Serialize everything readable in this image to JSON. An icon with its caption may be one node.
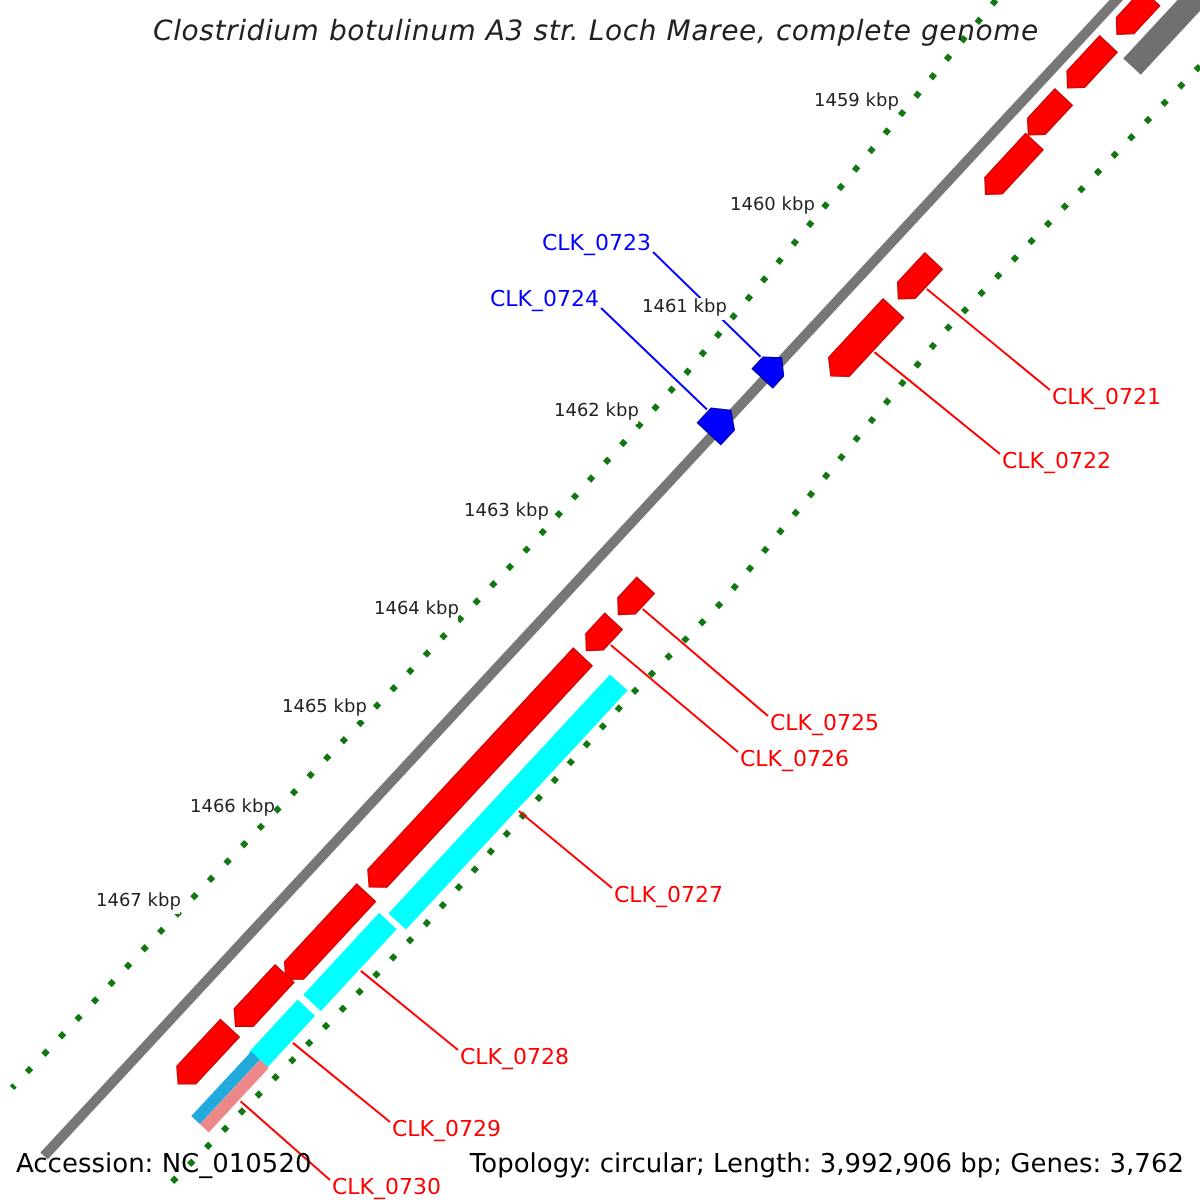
{
  "diagram": {
    "title": "Clostridium botulinum A3 str. Loch Maree, complete genome",
    "nodes": [
      {
        "text": [
          "CLK_0723"
        ]
      },
      {
        "text": [
          "CLK_0724"
        ]
      },
      {
        "text": [
          "CLK_0721"
        ]
      },
      {
        "text": [
          "CLK_0722"
        ]
      },
      {
        "text": [
          "CLK_0725"
        ]
      },
      {
        "text": [
          "CLK_0726"
        ]
      },
      {
        "text": [
          "CLK_0727"
        ]
      },
      {
        "text": [
          "CLK_0728"
        ]
      },
      {
        "text": [
          "CLK_0729"
        ]
      },
      {
        "text": [
          "CLK_0730"
        ]
      },
      {
        "text": [],
        "shape": "bar"
      },
      {
        "text": [],
        "shape": "bar"
      },
      {
        "text": [],
        "shape": "bar"
      },
      {
        "text": [],
        "shape": "bar"
      },
      {
        "text": [],
        "shape": "bar"
      },
      {
        "text": [],
        "shape": "bar"
      },
      {
        "text": [],
        "shape": "bar"
      },
      {
        "text": [],
        "shape": "bar"
      },
      {
        "text": [],
        "shape": "bar"
      },
      {
        "text": [],
        "shape": "bar"
      },
      {
        "text": [],
        "shape": "bar"
      },
      {
        "text": [],
        "shape": "bar"
      },
      {
        "text": [],
        "shape": "bar"
      },
      {
        "text": [],
        "shape": "bar"
      },
      {
        "text": [],
        "shape": "bar"
      },
      {
        "text": [],
        "shape": "bar"
      },
      {
        "text": [],
        "shape": "bar"
      },
      {
        "text": [],
        "shape": "bar"
      },
      {
        "text": [],
        "shape": "bar"
      }
    ],
    "edges": [
      {
        "from": 0,
        "to": 17,
        "arrow": "none",
        "color": "#0000ff"
      },
      {
        "from": 1,
        "to": 18,
        "arrow": "none",
        "color": "#0000ff"
      },
      {
        "from": 2,
        "to": 15,
        "arrow": "none"
      },
      {
        "from": 3,
        "to": 16,
        "arrow": "none"
      },
      {
        "from": 4,
        "to": 19,
        "arrow": "none"
      },
      {
        "from": 5,
        "to": 20,
        "arrow": "none"
      },
      {
        "from": 6,
        "to": 22,
        "arrow": "none"
      },
      {
        "from": 7,
        "to": 24,
        "arrow": "none"
      },
      {
        "from": 8,
        "to": 26,
        "arrow": "none"
      },
      {
        "from": 9,
        "to": 28,
        "arrow": "none"
      }
    ],
    "labels": [
      "1459 kbp",
      "1460 kbp",
      "1461 kbp",
      "1462 kbp",
      "1463 kbp",
      "1464 kbp",
      "1465 kbp",
      "1466 kbp",
      "1467 kbp",
      "Accession: NC_010520",
      "Topology: circular; Length: 3,992,906 bp; Genes: 3,762"
    ]
  }
}
